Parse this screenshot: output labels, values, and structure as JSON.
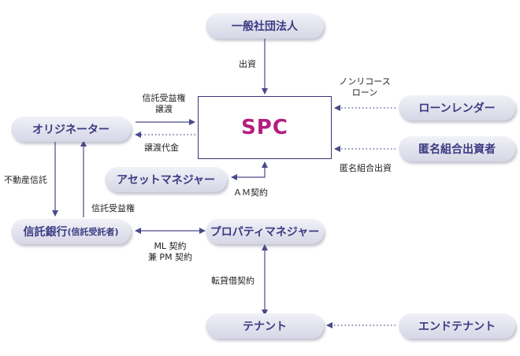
{
  "nodes": {
    "general_association": "一般社団法人",
    "spc": "SPC",
    "originator": "オリジネーター",
    "asset_manager": "アセットマネジャー",
    "trust_bank_main": "信託銀行",
    "trust_bank_sub": "(信託受託者)",
    "property_manager": "プロパティマネジャー",
    "loan_lender": "ローンレンダー",
    "silent_investor": "匿名組合出資者",
    "tenant": "テナント",
    "end_tenant": "エンドテナント"
  },
  "labels": {
    "investment": "出資",
    "nonrecourse_line1": "ノンリコース",
    "nonrecourse_line2": "ローン",
    "trust_transfer_line1": "信託受益権",
    "trust_transfer_line2": "譲渡",
    "transfer_payment": "譲渡代金",
    "silent_partnership_investment": "匿名組合出資",
    "am_contract": "ＡＭ契約",
    "real_estate_trust": "不動産信託",
    "trust_beneficiary_right": "信託受益権",
    "ml_contract": "ML 契約",
    "pm_contract": "兼 PM 契約",
    "sublease_contract": "転貸借契約"
  },
  "colors": {
    "arrow": "#4a4a8a",
    "box_text": "#3a3a82",
    "spc_text": "#b21e7e",
    "pill_light": "#f1f1f8",
    "pill_dark": "#d6d6e6"
  }
}
